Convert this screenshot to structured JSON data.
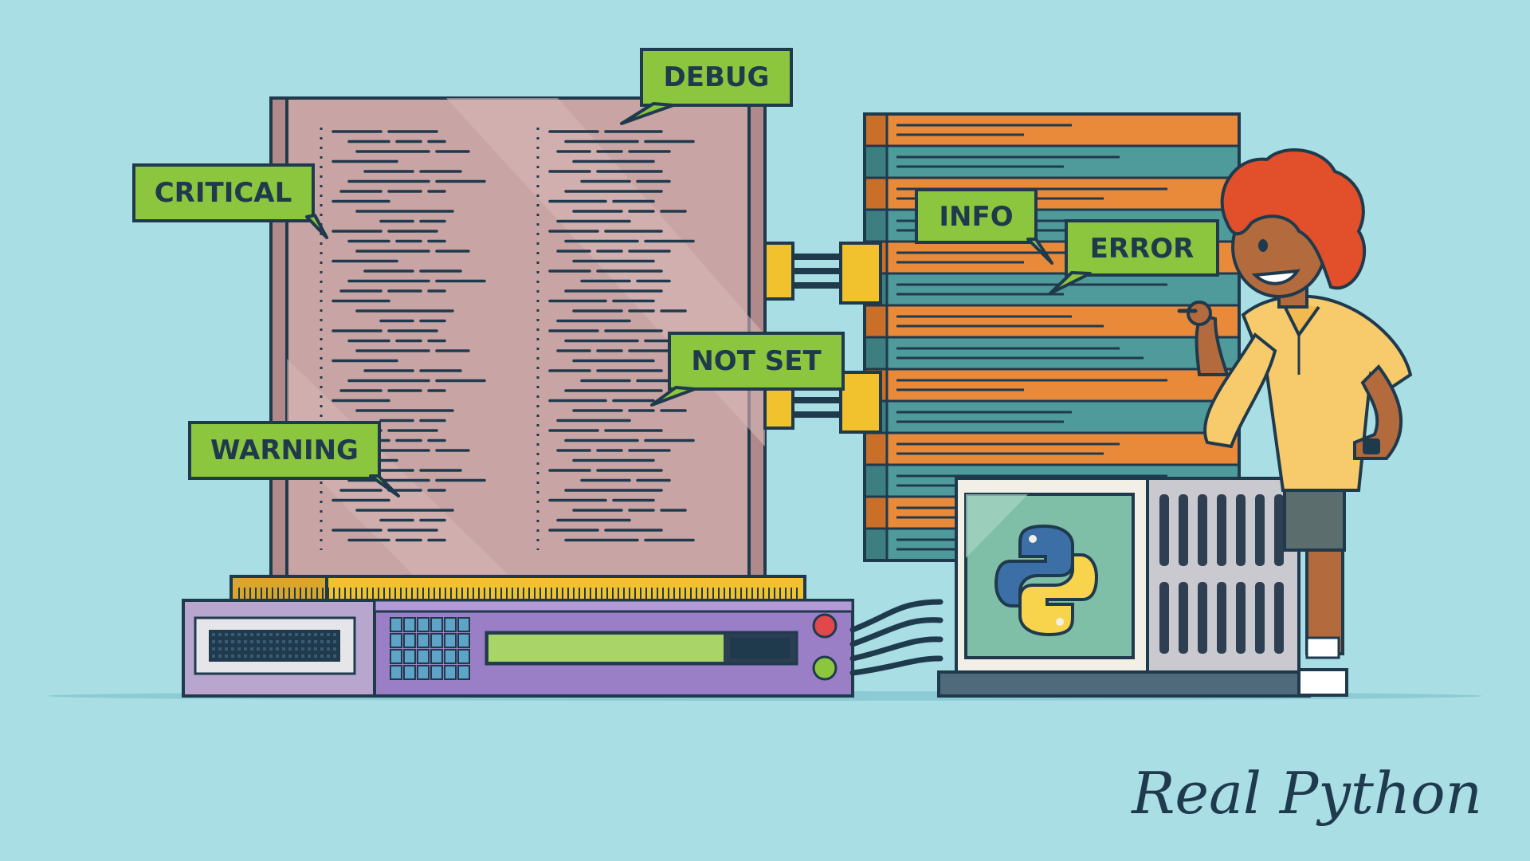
{
  "colors": {
    "background": "#a8dee4",
    "outline": "#1f3a4d",
    "label_green": "#8cc63f",
    "doc_panel": "#c9a4a4",
    "stack_orange": "#e98a3a",
    "stack_teal": "#4f9a9b",
    "rack_purple": "#9b7fc6",
    "connector_yellow": "#f2c12e",
    "python_blue": "#3b6fa6",
    "python_yellow": "#f7d44c"
  },
  "labels": {
    "debug": "DEBUG",
    "critical": "CRITICAL",
    "info": "INFO",
    "error": "ERROR",
    "not_set": "NOT SET",
    "warning": "WARNING"
  },
  "brand": {
    "logo_text": "Real Python"
  },
  "icons": {
    "python_logo": "python-logo-icon",
    "server": "server-rack-icon",
    "document": "log-document-icon"
  }
}
